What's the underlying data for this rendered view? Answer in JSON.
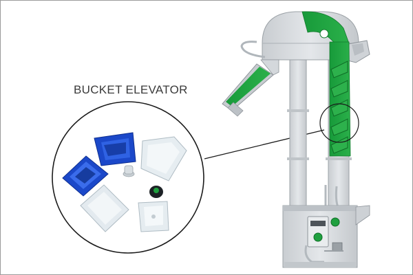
{
  "figure": {
    "title": "BUCKET ELEVATOR"
  },
  "colors": {
    "accent_green": "#1fa03f",
    "casing_grey": "#d2d6d9",
    "bucket_blue": "#1b48c9",
    "bucket_white": "#e6edf1"
  },
  "parts": [
    {
      "name": "elevator-head"
    },
    {
      "name": "discharge-chute"
    },
    {
      "name": "elevator-legs"
    },
    {
      "name": "boot-section"
    },
    {
      "name": "inspection-circle"
    },
    {
      "name": "bucket-samples-callout"
    }
  ]
}
